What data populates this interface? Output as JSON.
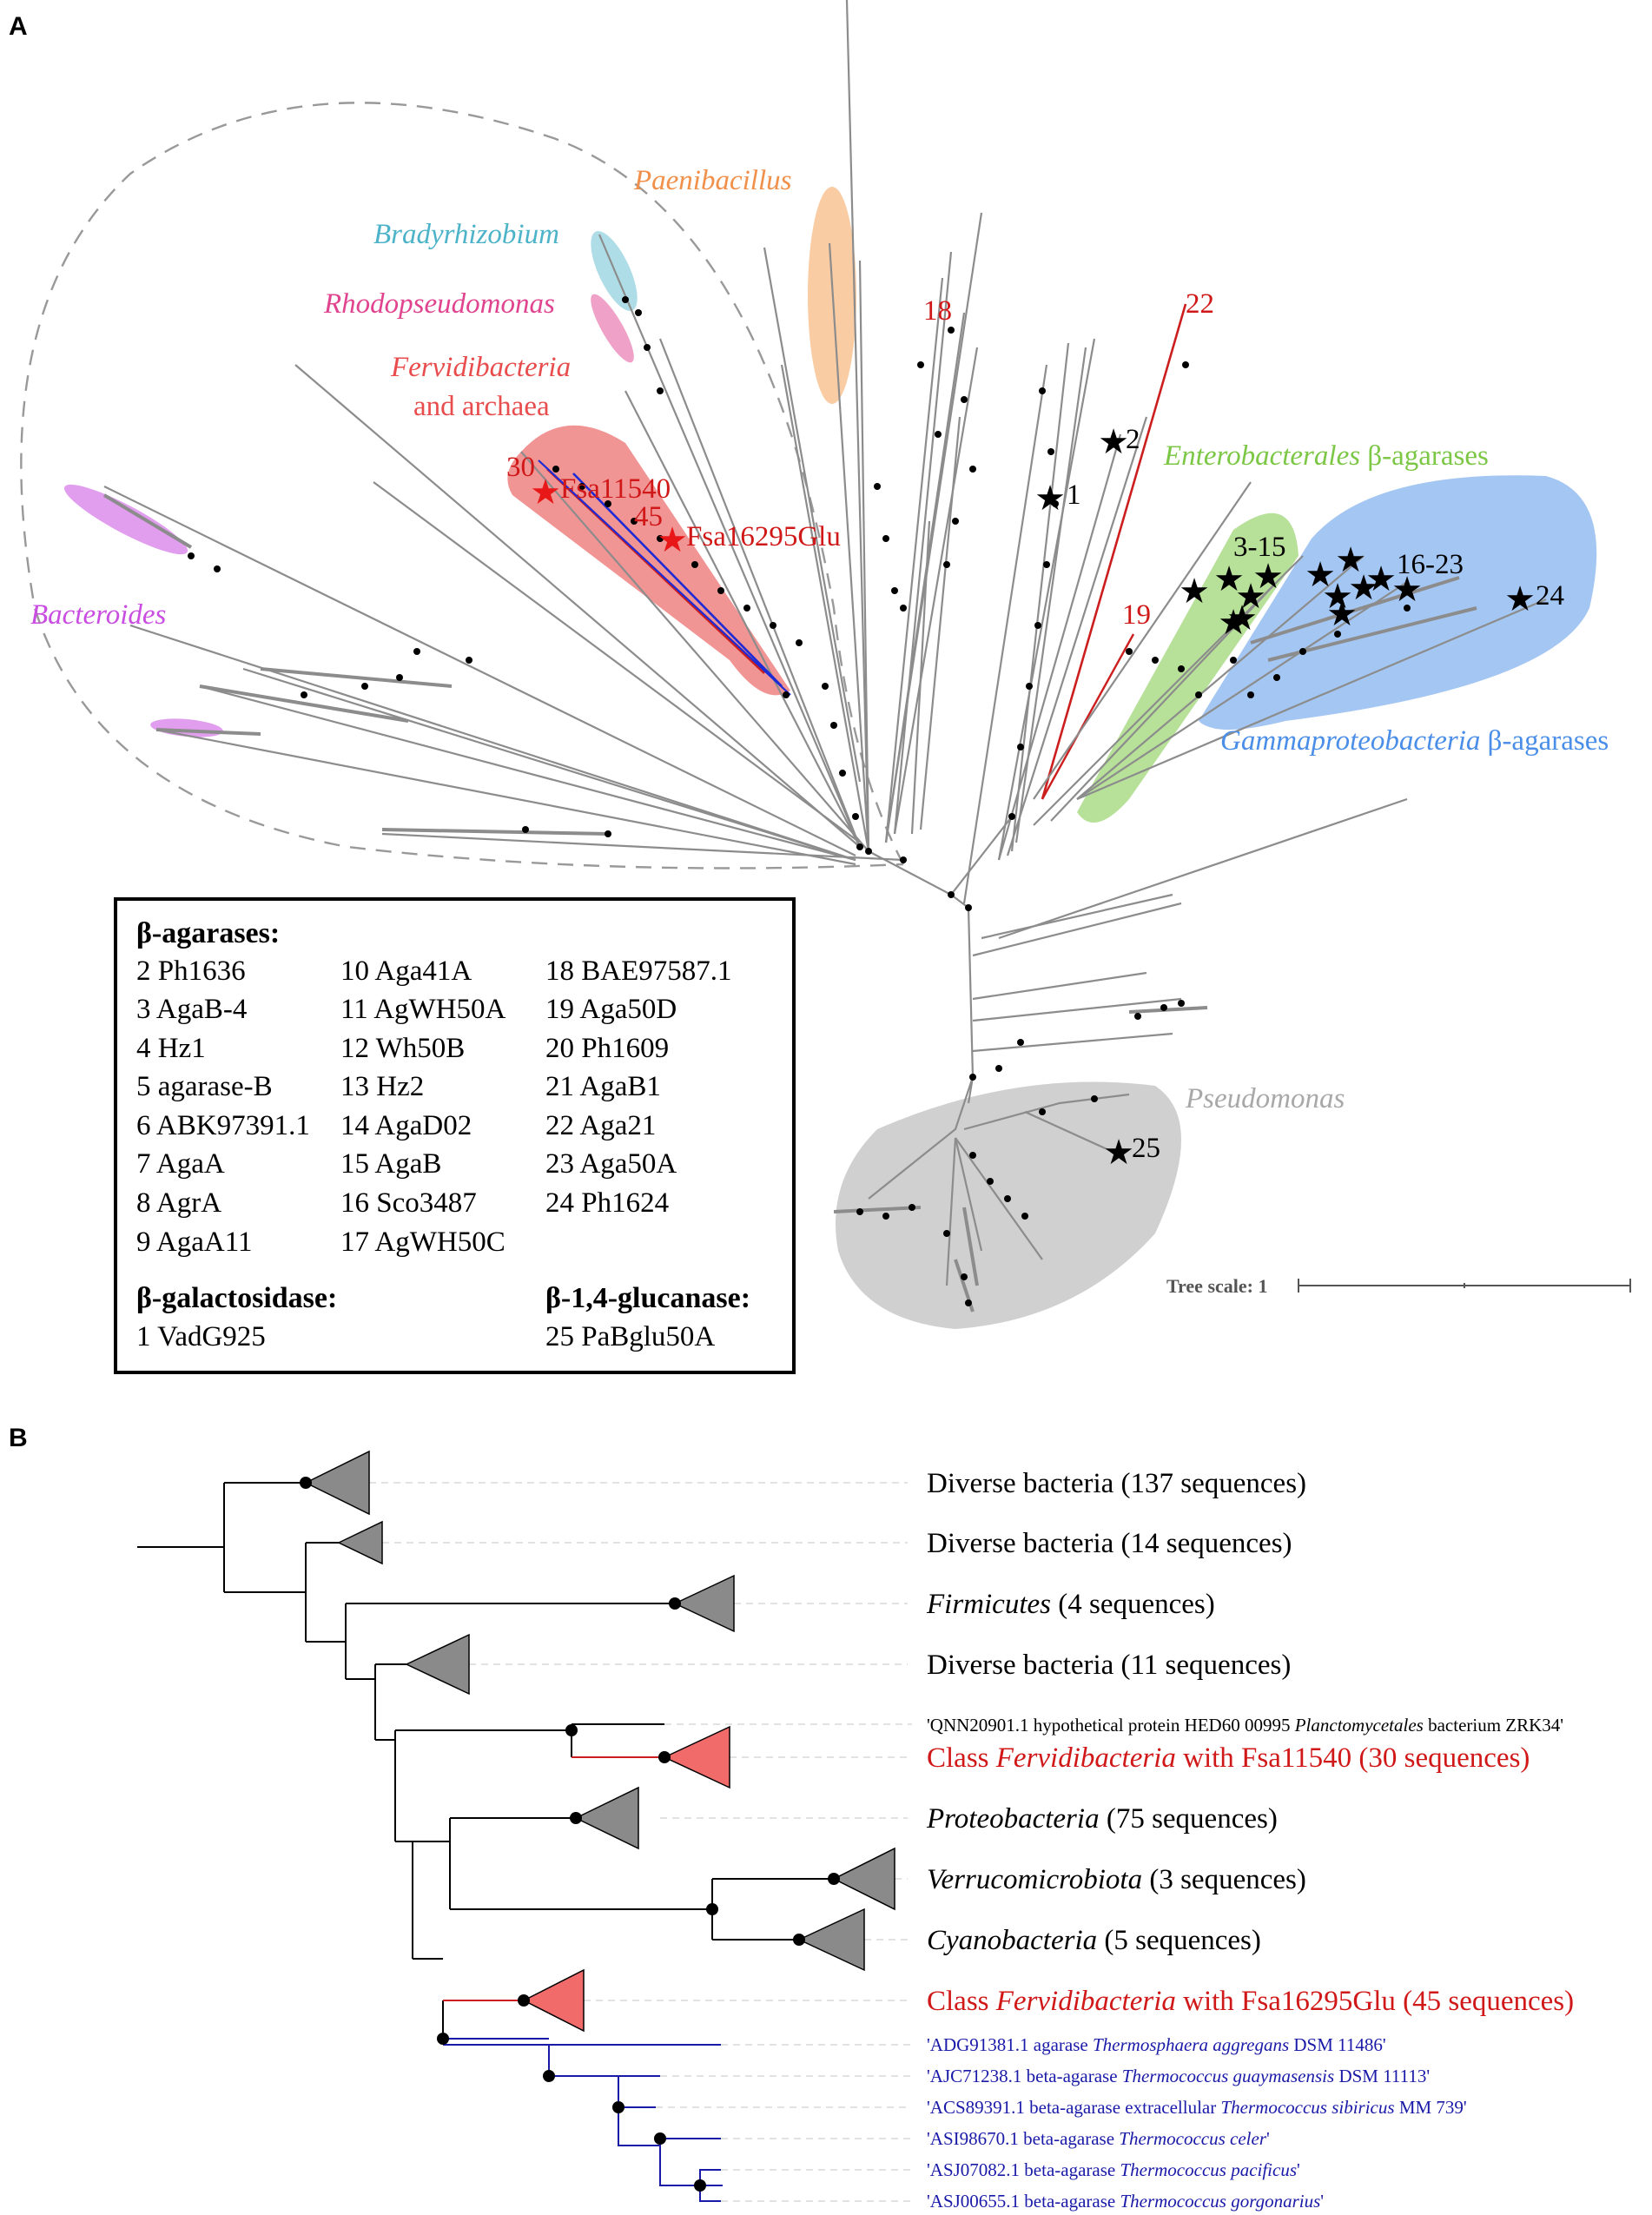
{
  "panelA": {
    "letter": "A",
    "clades": {
      "paenibacillus": "Paenibacillus",
      "bradyrhizobium": "Bradyrhizobium",
      "rhodopseudomonas": "Rhodopseudomonas",
      "fervidibacteria_line1": "Fervidibacteria",
      "fervidibacteria_line2": "and archaea",
      "bacteroides": "Bacteroides",
      "enterobacterales_italic": "Enterobacterales",
      "enterobacterales_rest": " β-agarases",
      "gammaproteobacteria_italic": "Gammaproteobacteria",
      "gammaproteobacteria_rest": " β-agarases",
      "pseudomonas": "Pseudomonas"
    },
    "markers": {
      "m18": "18",
      "m22": "22",
      "m19": "19",
      "m30": "30",
      "m45": "45",
      "fsa11540": "Fsa11540",
      "fsa16295": "Fsa16295Glu",
      "m1": "1",
      "m2": "2",
      "m3_15": "3-15",
      "m16_23": "16-23",
      "m24": "24",
      "m25": "25"
    },
    "tree_scale": "Tree scale: 1",
    "colors": {
      "paenibacillus": "#f5a35a",
      "bradyrhizobium": "#4db3c9",
      "rhodopseudomonas": "#e0448f",
      "fervidibacteria": "#e84c4c",
      "bacteroides": "#c94de0",
      "enterobacterales": "#7cc746",
      "gammaproteobacteria": "#4a8ee8",
      "pseudomonas": "#aaaaaa"
    },
    "legend": {
      "agarases_title": "β-agarases:",
      "col1": [
        "2 Ph1636",
        "3 AgaB-4",
        "4 Hz1",
        "5 agarase-B",
        "6 ABK97391.1",
        "7 AgaA",
        "8 AgrA",
        "9 AgaA11"
      ],
      "col2": [
        "10 Aga41A",
        "11 AgWH50A",
        "12 Wh50B",
        "13 Hz2",
        "14 AgaD02",
        "15 AgaB",
        "16 Sco3487",
        "17 AgWH50C"
      ],
      "col3": [
        "18 BAE97587.1",
        "19 Aga50D",
        "20 Ph1609",
        "21 AgaB1",
        "22 Aga21",
        "23 Aga50A",
        "24 Ph1624"
      ],
      "galactosidase_title": "β-galactosidase:",
      "galactosidase_item": "1 VadG925",
      "glucanase_title": "β-1,4-glucanase:",
      "glucanase_item": "25 PaBglu50A"
    }
  },
  "panelB": {
    "letter": "B",
    "tips": [
      {
        "text": "Diverse bacteria (137 sequences)"
      },
      {
        "text": "Diverse bacteria (14 sequences)"
      },
      {
        "italic": "Firmicutes",
        "text": " (4 sequences)"
      },
      {
        "text": "Diverse bacteria (11 sequences)"
      },
      {
        "pre": "'QNN20901.1 hypothetical protein HED60 00995 ",
        "italic": "Planctomycetales",
        "text": " bacterium ZRK34'"
      },
      {
        "pre": "Class ",
        "italic": "Fervidibacteria",
        "text": " with Fsa11540 (30 sequences)"
      },
      {
        "italic": "Proteobacteria",
        "text": " (75 sequences)"
      },
      {
        "italic": "Verrucomicrobiota",
        "text": " (3 sequences)"
      },
      {
        "italic": "Cyanobacteria",
        "text": " (5 sequences)"
      },
      {
        "pre": "Class ",
        "italic": "Fervidibacteria",
        "text": " with Fsa16295Glu (45 sequences)"
      },
      {
        "pre": "'ADG91381.1 agarase ",
        "italic": "Thermosphaera aggregans",
        "text": " DSM 11486'"
      },
      {
        "pre": "'AJC71238.1 beta-agarase ",
        "italic": "Thermococcus guaymasensis",
        "text": " DSM 11113'"
      },
      {
        "pre": "'ACS89391.1 beta-agarase extracellular ",
        "italic": "Thermococcus sibiricus",
        "text": " MM 739'"
      },
      {
        "pre": "'ASI98670.1 beta-agarase ",
        "italic": "Thermococcus celer",
        "text": "'"
      },
      {
        "pre": "'ASJ07082.1 beta-agarase ",
        "italic": "Thermococcus pacificus",
        "text": "'"
      },
      {
        "pre": "'ASJ00655.1 beta-agarase ",
        "italic": "Thermococcus gorgonarius",
        "text": "'"
      }
    ],
    "colors": {
      "collapsed": "#8a8a8a",
      "fervidibacteria": "#f26b6b",
      "red_text": "#d01818",
      "blue": "#1a1aa8"
    }
  }
}
